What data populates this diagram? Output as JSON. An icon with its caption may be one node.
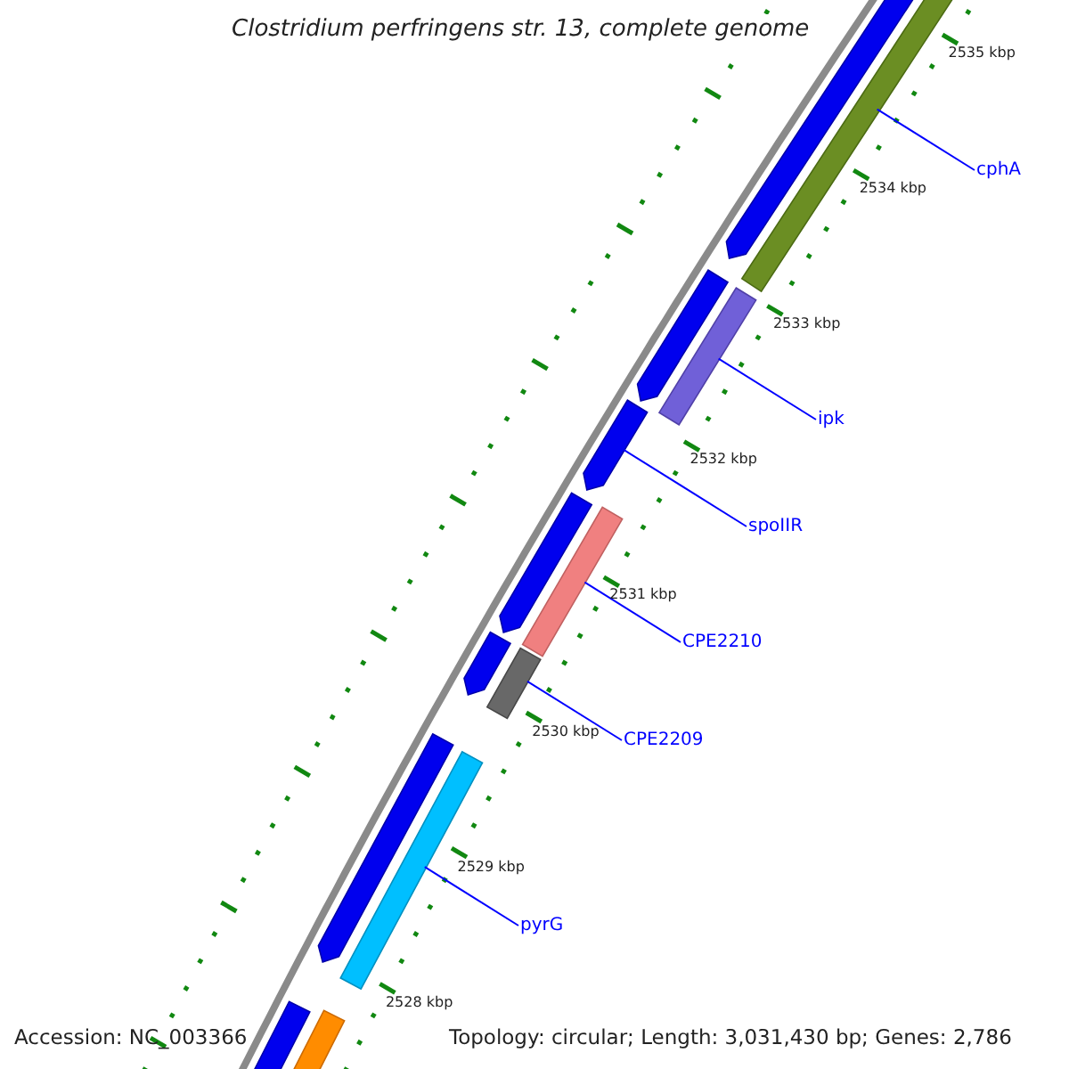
{
  "diagram": {
    "title": "Clostridium perfringens str. 13, complete genome",
    "nodes": [
      {
        "text": [
          "cphA"
        ]
      },
      {
        "text": [],
        "shape": "bar"
      },
      {
        "text": [
          "ipk"
        ]
      },
      {
        "text": [],
        "shape": "bar"
      },
      {
        "text": [
          "spoIIR"
        ]
      },
      {
        "text": [],
        "shape": "bar"
      },
      {
        "text": [
          "CPE2210"
        ]
      },
      {
        "text": [],
        "shape": "bar"
      },
      {
        "text": [
          "CPE2209"
        ]
      },
      {
        "text": [],
        "shape": "bar"
      },
      {
        "text": [
          "pyrG"
        ]
      },
      {
        "text": [],
        "shape": "bar"
      },
      {
        "text": [],
        "shape": "bar"
      },
      {
        "text": [],
        "shape": "bar"
      },
      {
        "text": [],
        "shape": "bar"
      },
      {
        "text": [],
        "shape": "bar"
      },
      {
        "text": [],
        "shape": "bar"
      },
      {
        "text": [],
        "shape": "bar"
      },
      {
        "text": [],
        "shape": "bar"
      }
    ],
    "edges": [
      {
        "from": 0,
        "to": 1,
        "arrow": "none"
      },
      {
        "from": 2,
        "to": 3,
        "arrow": "none"
      },
      {
        "from": 4,
        "to": 5,
        "arrow": "none"
      },
      {
        "from": 6,
        "to": 7,
        "arrow": "none"
      },
      {
        "from": 8,
        "to": 9,
        "arrow": "none"
      },
      {
        "from": 10,
        "to": 11,
        "arrow": "none"
      }
    ],
    "labels": [
      "2535 kbp",
      "2534 kbp",
      "2533 kbp",
      "2532 kbp",
      "2531 kbp",
      "2530 kbp",
      "2529 kbp",
      "2528 kbp",
      "Accession: NC_003366",
      "Topology: circular; Length: 3,031,430 bp; Genes: 2,786"
    ]
  }
}
